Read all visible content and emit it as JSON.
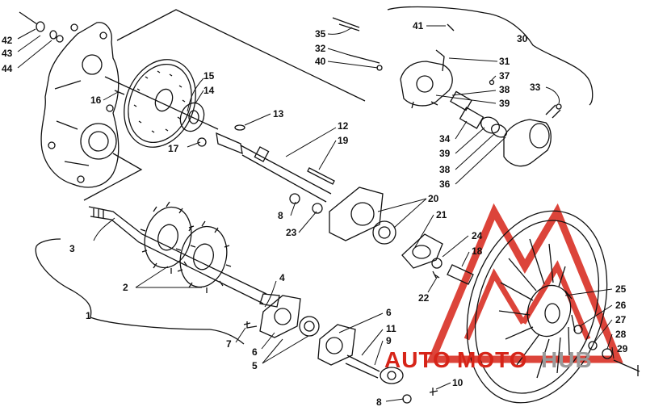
{
  "colors": {
    "ink": "#111111",
    "paper": "#ffffff",
    "watermark_red": "#d62418",
    "watermark_grey": "#9a9a9a"
  },
  "watermark": {
    "auto": "AUTO",
    "moto": "MOTO",
    "hub": "HUB"
  },
  "callouts": {
    "c1": "1",
    "c2": "2",
    "c3": "3",
    "c4": "4",
    "c5": "5",
    "c6a": "6",
    "c6b": "6",
    "c7": "7",
    "c8a": "8",
    "c8b": "8",
    "c9": "9",
    "c10": "10",
    "c11": "11",
    "c12": "12",
    "c13": "13",
    "c14": "14",
    "c15": "15",
    "c16": "16",
    "c17": "17",
    "c18": "18",
    "c19": "19",
    "c20": "20",
    "c21": "21",
    "c22": "22",
    "c23": "23",
    "c24": "24",
    "c25": "25",
    "c26": "26",
    "c27": "27",
    "c28": "28",
    "c29": "29",
    "c30": "30",
    "c31": "31",
    "c32": "32",
    "c33": "33",
    "c34": "34",
    "c35": "35",
    "c36": "36",
    "c37": "37",
    "c38a": "38",
    "c38b": "38",
    "c39a": "39",
    "c39b": "39",
    "c40": "40",
    "c41": "41",
    "c42": "42",
    "c43": "43",
    "c44": "44"
  }
}
